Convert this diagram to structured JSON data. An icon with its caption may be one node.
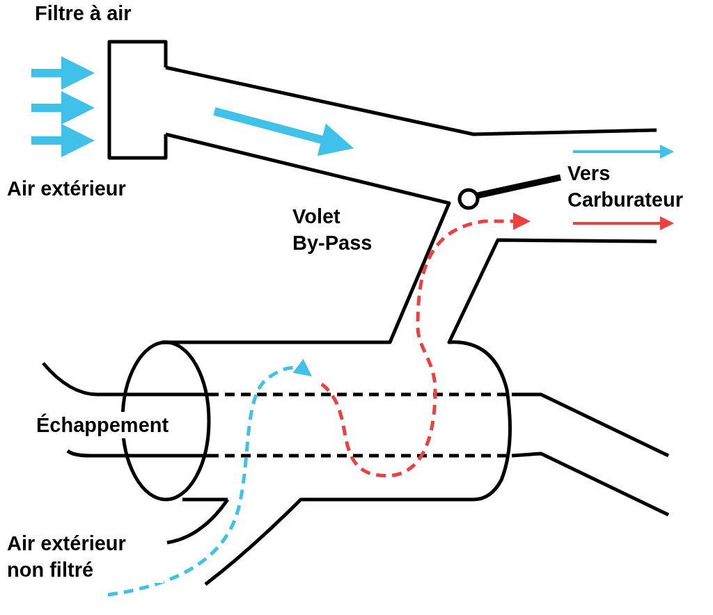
{
  "diagram": {
    "labels": [
      "Filtre à air",
      "Air extérieur",
      "Volet By-Pass",
      "Vers Carburateur",
      "Échappement",
      "Air extérieur non filtré"
    ]
  }
}
